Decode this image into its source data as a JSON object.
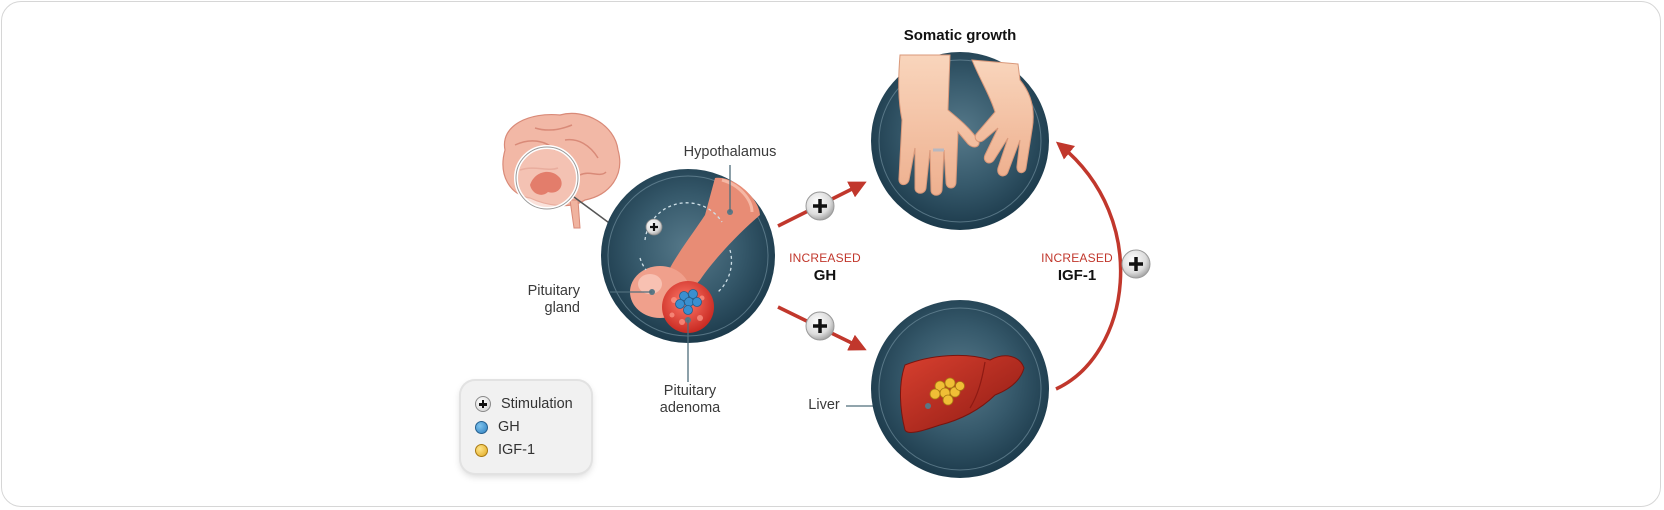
{
  "labels": {
    "somatic_growth": "Somatic growth",
    "hypothalamus": "Hypothalamus",
    "pituitary_gland_line1": "Pituitary",
    "pituitary_gland_line2": "gland",
    "pituitary_adenoma_line1": "Pituitary",
    "pituitary_adenoma_line2": "adenoma",
    "liver": "Liver"
  },
  "effects": {
    "gh": {
      "word": "INCREASED",
      "name": "GH"
    },
    "igf1": {
      "word": "INCREASED",
      "name": "IGF-1"
    }
  },
  "legend": {
    "items": [
      {
        "icon": "stimulation-icon",
        "label": "Stimulation"
      },
      {
        "icon": "gh-dot-icon",
        "label": "GH"
      },
      {
        "icon": "igf1-dot-icon",
        "label": "IGF-1"
      }
    ]
  },
  "colors": {
    "circle_dark": "#1f3f52",
    "circle_mid": "#3d6275",
    "arrow_red": "#c1372c",
    "accent_red_text": "#c1372c",
    "gh_blue": "#3a8fd0",
    "igf_yellow": "#f0be36",
    "liver_red": "#b3241c",
    "skin": "#f4c3a3"
  }
}
